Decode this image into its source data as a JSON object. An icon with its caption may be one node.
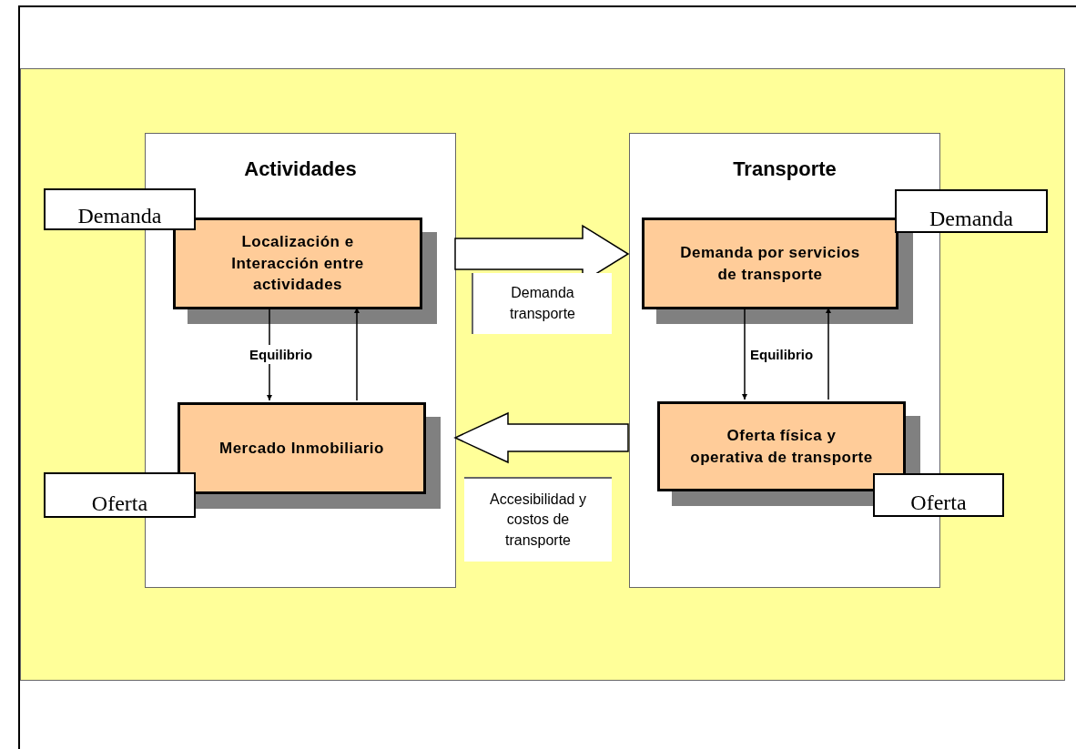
{
  "diagram": {
    "nodes": [
      {
        "text": [],
        "shape": "box"
      },
      {
        "text": [
          "Actividades"
        ],
        "in": 0
      },
      {
        "text": [
          "Localización e Interacción entre actividades"
        ],
        "in": 1
      },
      {
        "text": [
          "Mercado Inmobiliario"
        ],
        "in": 1
      },
      {
        "text": [
          "Transporte"
        ],
        "in": 0
      },
      {
        "text": [
          "Demanda por servicios de transporte"
        ],
        "in": 4
      },
      {
        "text": [
          "Oferta física y operativa de transporte"
        ],
        "in": 4
      },
      {
        "text": [
          "Demanda"
        ],
        "in": 0
      },
      {
        "text": [
          "Oferta"
        ],
        "in": 0
      },
      {
        "text": [
          "Demanda"
        ],
        "in": 0
      },
      {
        "text": [
          "Oferta"
        ],
        "in": 0
      }
    ],
    "edges": [
      {
        "from": 1,
        "to": 4,
        "arrow": "to",
        "label": "Demanda transporte",
        "style": "thick"
      },
      {
        "from": 4,
        "to": 1,
        "arrow": "to",
        "label": "Accesibilidad y costos de transporte",
        "style": "thick"
      },
      {
        "from": 2,
        "to": 3,
        "arrow": "to",
        "label": "Equilibrio"
      },
      {
        "from": 3,
        "to": 2,
        "arrow": "to"
      },
      {
        "from": 5,
        "to": 6,
        "arrow": "to",
        "label": "Equilibrio"
      },
      {
        "from": 6,
        "to": 5,
        "arrow": "to"
      }
    ]
  }
}
